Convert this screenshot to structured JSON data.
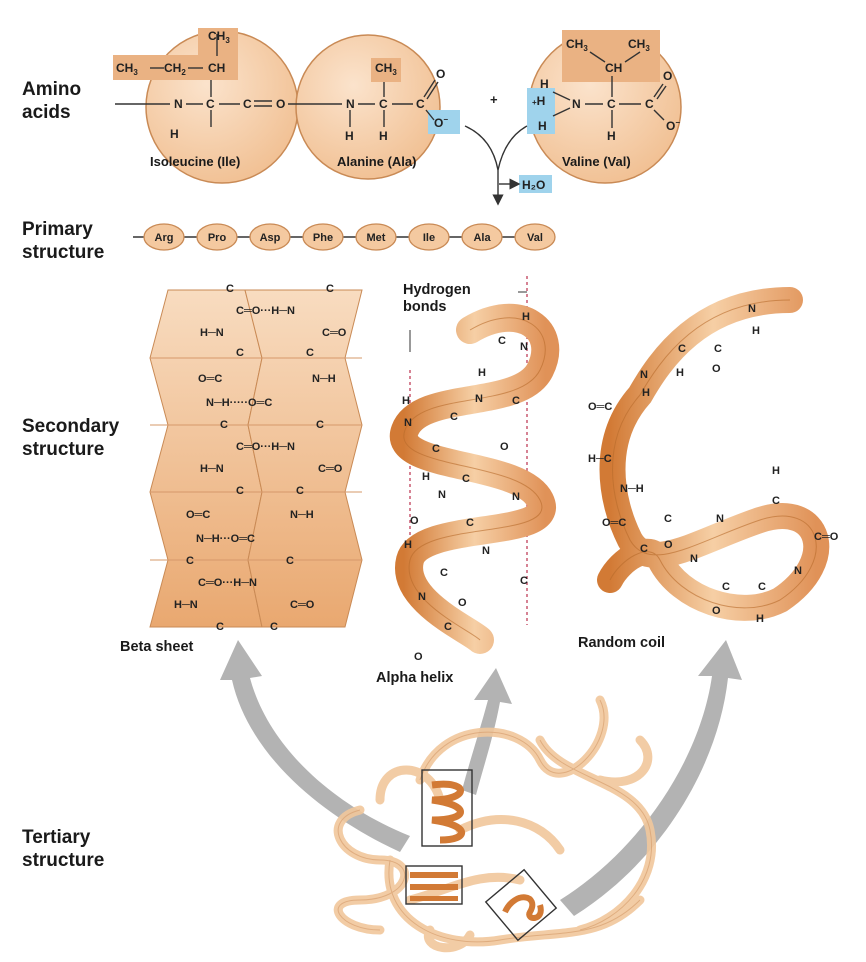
{
  "labels": {
    "amino_acids_l1": "Amino",
    "amino_acids_l2": "acids",
    "primary_l1": "Primary",
    "primary_l2": "structure",
    "secondary_l1": "Secondary",
    "secondary_l2": "structure",
    "tertiary_l1": "Tertiary",
    "tertiary_l2": "structure"
  },
  "amino_acid_names": {
    "isoleucine": "Isoleucine (Ile)",
    "alanine": "Alanine (Ala)",
    "valine": "Valine (Val)"
  },
  "reaction": {
    "plus": "+",
    "water": "H₂O"
  },
  "primary_chain": [
    "Arg",
    "Pro",
    "Asp",
    "Phe",
    "Met",
    "Ile",
    "Ala",
    "Val"
  ],
  "secondary": {
    "hydrogen_bonds_l1": "Hydrogen",
    "hydrogen_bonds_l2": "bonds",
    "beta_sheet": "Beta sheet",
    "alpha_helix": "Alpha helix",
    "random_coil": "Random coil"
  },
  "colors": {
    "residue_fill": "#f4c9a0",
    "residue_stroke": "#c98a55",
    "ribbon_light": "#f8dcc0",
    "ribbon_dark": "#d27a35",
    "highlight_blue": "#9fd3ec",
    "arrow_gray": "#b3b3b3",
    "hbond_red": "#c0405a"
  }
}
